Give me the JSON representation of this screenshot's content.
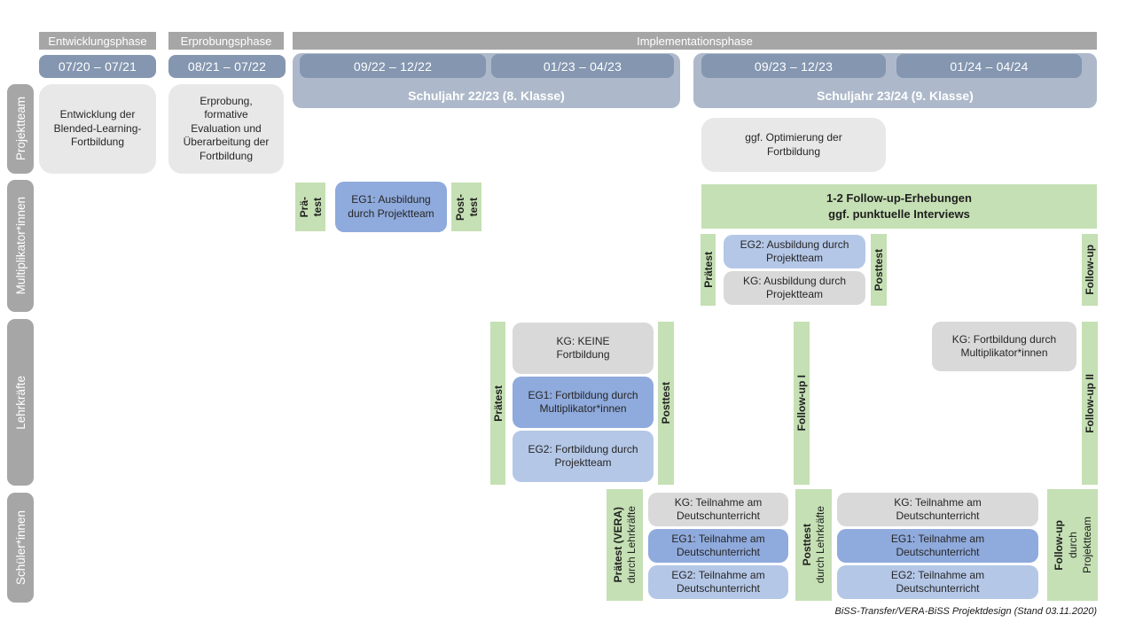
{
  "header": {
    "phases": {
      "p1": "Entwicklungsphase",
      "p2": "Erprobungsphase",
      "p3": "Implementationsphase"
    },
    "dates": {
      "d1": "07/20 – 07/21",
      "d2": "08/21 – 07/22",
      "d3": "09/22 – 12/22",
      "d4": "01/23 – 04/23",
      "d5": "09/23 – 12/23",
      "d6": "01/24 – 04/24"
    },
    "years": {
      "y1": "Schuljahr 22/23 (8. Klasse)",
      "y2": "Schuljahr 23/24 (9. Klasse)"
    }
  },
  "rows": {
    "r1": "Projektteam",
    "r2": "Multiplikator*innen",
    "r3": "Lehrkräfte",
    "r4": "Schüler*innen"
  },
  "projektteam": {
    "b1": "Entwicklung der Blended-Learning-Fortbildung",
    "b2": "Erprobung, formative Evaluation und Überarbeitung der Fortbildung",
    "b3": "ggf. Optimierung der Fortbildung"
  },
  "multiplikator": {
    "pretest_small": {
      "l1": "Prä-",
      "l2": "test"
    },
    "eg1": "EG1: Ausbildung durch Projektteam",
    "posttest_small": {
      "l1": "Post-",
      "l2": "test"
    },
    "followup_box": {
      "l1": "1-2 Follow-up-Erhebungen",
      "l2": "ggf. punktuelle Interviews"
    },
    "pretest": "Prätest",
    "eg2": "EG2: Ausbildung durch Projektteam",
    "kg": "KG: Ausbildung durch Projektteam",
    "posttest": "Posttest",
    "followup": "Follow-up"
  },
  "lehrkraefte": {
    "pretest": "Prätest",
    "kg": "KG: KEINE Fortbildung",
    "eg1": "EG1: Fortbildung durch Multiplikator*innen",
    "eg2": "EG2: Fortbildung durch Projektteam",
    "posttest": "Posttest",
    "followup1": "Follow-up I",
    "kg2": "KG: Fortbildung durch Multiplikator*innen",
    "followup2": "Follow-up II"
  },
  "schueler": {
    "pretest": {
      "l1": "Prätest (VERA)",
      "l2": "durch Lehrkräfte"
    },
    "kg": "KG: Teilnahme am Deutschunterricht",
    "eg1": "EG1: Teilnahme am Deutschunterricht",
    "eg2": "EG2: Teilnahme am Deutschunterricht",
    "posttest": {
      "l1": "Posttest",
      "l2": "durch Lehrkräfte"
    },
    "followup": {
      "l1": "Follow-up",
      "l2": "durch",
      "l3": "Projektteam"
    }
  },
  "footer": "BiSS-Transfer/VERA-BiSS Projektdesign (Stand 03.11.2020)",
  "colors": {
    "phase_gray": "#A6A6A6",
    "date_blue": "#8496B0",
    "container_blue": "#ADB9CA",
    "eg1_blue": "#8FAADC",
    "eg2_blue": "#B4C7E7",
    "kg_gray": "#D9D9D9",
    "projekt_gray": "#E9E8E8",
    "test_green": "#C5E0B4"
  }
}
